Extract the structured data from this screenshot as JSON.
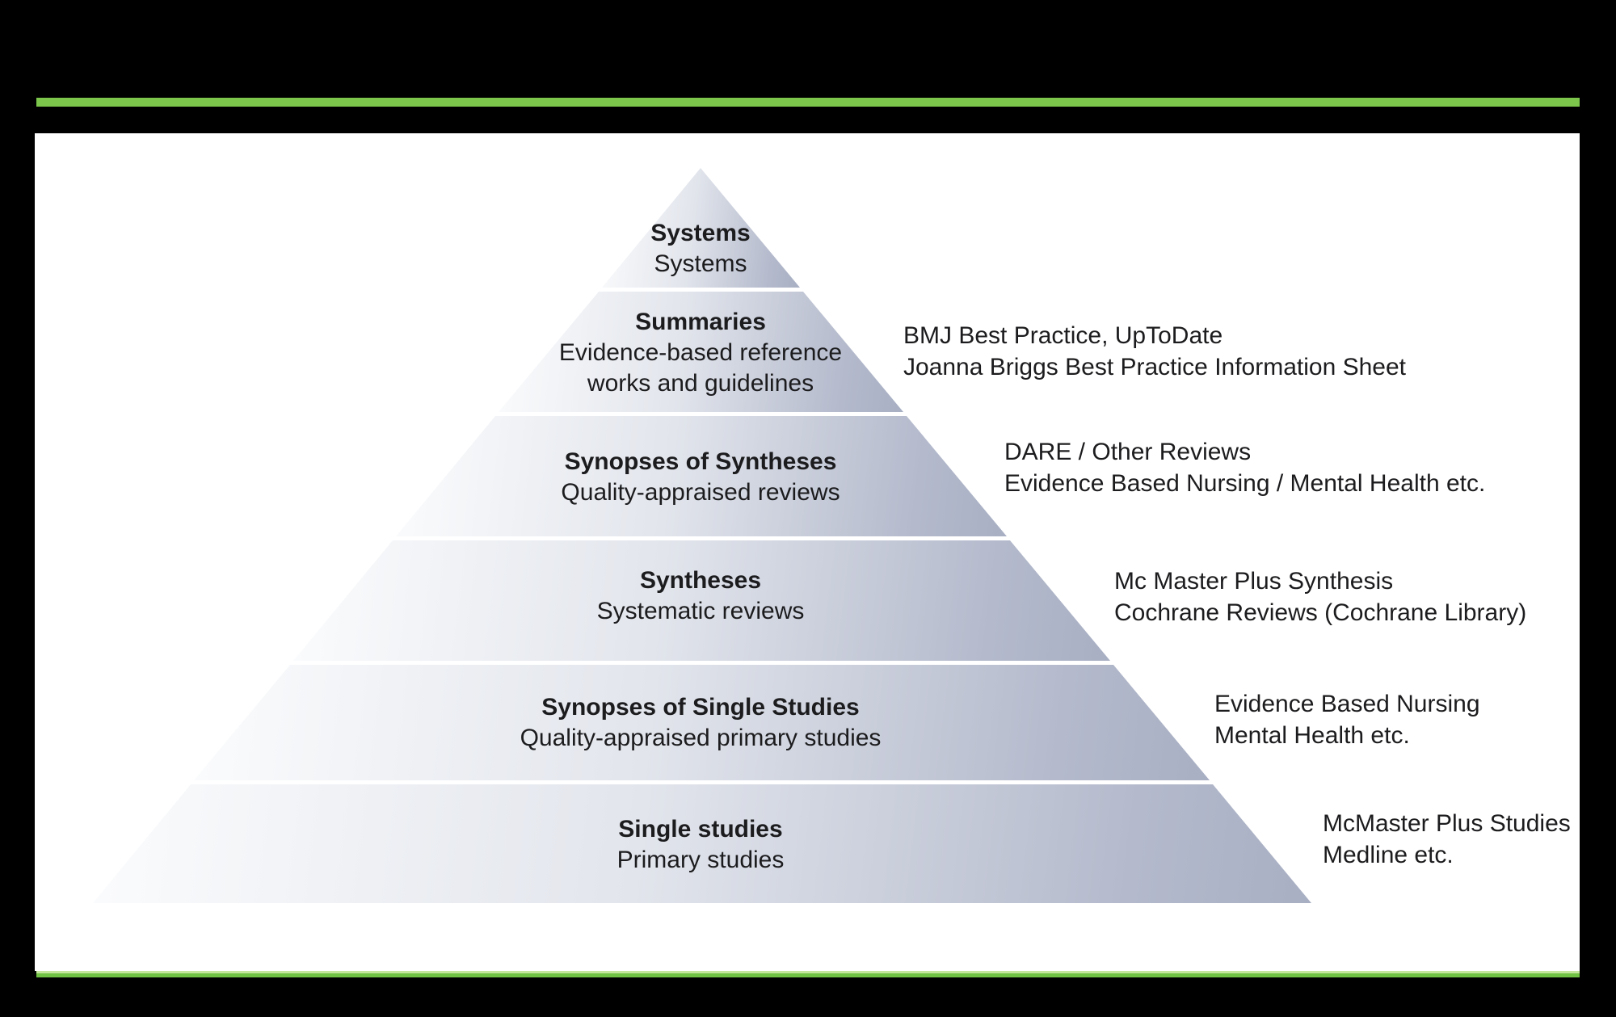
{
  "colors": {
    "background": "#000000",
    "panel": "#ffffff",
    "accent_green": "#7cc74b",
    "pyramid_gradient_light": "#fbfcfd",
    "pyramid_gradient_dark": "#a8afc3",
    "text": "#1c1c1e"
  },
  "pyramid": {
    "levels": [
      {
        "id": "systems",
        "title": "Systems",
        "subtitle_lines": [
          "Systems"
        ],
        "annotation_lines": []
      },
      {
        "id": "summaries",
        "title": "Summaries",
        "subtitle_lines": [
          "Evidence-based reference",
          "works and guidelines"
        ],
        "annotation_lines": [
          "BMJ Best Practice, UpToDate",
          "Joanna Briggs Best Practice Information Sheet"
        ]
      },
      {
        "id": "synopses-of-syntheses",
        "title": "Synopses of Syntheses",
        "subtitle_lines": [
          "Quality-appraised reviews"
        ],
        "annotation_lines": [
          "DARE / Other Reviews",
          "Evidence Based Nursing / Mental Health etc."
        ]
      },
      {
        "id": "syntheses",
        "title": "Syntheses",
        "subtitle_lines": [
          "Systematic reviews"
        ],
        "annotation_lines": [
          "Mc Master Plus Synthesis",
          "Cochrane Reviews (Cochrane Library)"
        ]
      },
      {
        "id": "synopses-of-single-studies",
        "title": "Synopses of Single Studies",
        "subtitle_lines": [
          "Quality-appraised primary studies"
        ],
        "annotation_lines": [
          "Evidence Based Nursing",
          "Mental Health etc."
        ]
      },
      {
        "id": "single-studies",
        "title": "Single studies",
        "subtitle_lines": [
          "Primary studies"
        ],
        "annotation_lines": [
          "McMaster Plus Studies",
          "Medline etc."
        ]
      }
    ]
  }
}
